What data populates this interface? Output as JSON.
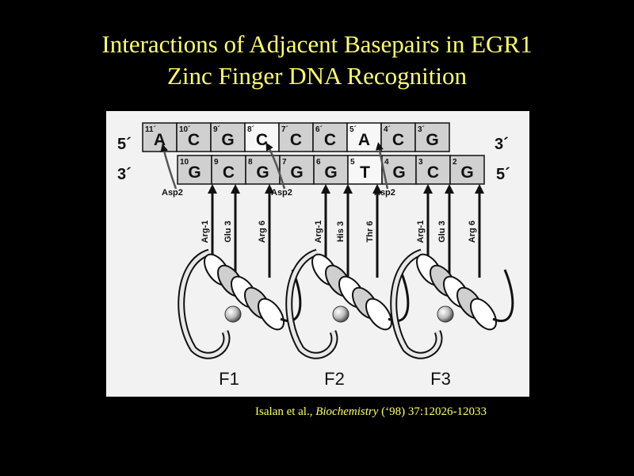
{
  "title": {
    "line1": "Interactions of Adjacent Basepairs in EGR1",
    "line2": "Zinc Finger DNA Recognition"
  },
  "diagram": {
    "top_strand": {
      "end_left": "5´",
      "end_right": "3´",
      "cells": [
        {
          "base": "A",
          "index": "11´",
          "shaded": true
        },
        {
          "base": "C",
          "index": "10´",
          "shaded": true
        },
        {
          "base": "G",
          "index": "9´",
          "shaded": true
        },
        {
          "base": "C",
          "index": "8´",
          "shaded": false
        },
        {
          "base": "C",
          "index": "7´",
          "shaded": true
        },
        {
          "base": "C",
          "index": "6´",
          "shaded": true
        },
        {
          "base": "A",
          "index": "5´",
          "shaded": false
        },
        {
          "base": "C",
          "index": "4´",
          "shaded": true
        },
        {
          "base": "G",
          "index": "3´",
          "shaded": true
        }
      ]
    },
    "bottom_strand": {
      "end_left": "3´",
      "end_right": "5´",
      "cells": [
        {
          "base": "G",
          "index": "10",
          "shaded": true
        },
        {
          "base": "C",
          "index": "9",
          "shaded": true
        },
        {
          "base": "G",
          "index": "8",
          "shaded": true
        },
        {
          "base": "G",
          "index": "7",
          "shaded": true
        },
        {
          "base": "G",
          "index": "6",
          "shaded": true
        },
        {
          "base": "T",
          "index": "5",
          "shaded": false
        },
        {
          "base": "G",
          "index": "4",
          "shaded": true
        },
        {
          "base": "C",
          "index": "3",
          "shaded": true
        },
        {
          "base": "G",
          "index": "2",
          "shaded": true
        }
      ]
    },
    "residues": [
      {
        "label": "Asp2",
        "kind": "horizontal"
      },
      {
        "label": "Arg-1",
        "kind": "vertical"
      },
      {
        "label": "Glu 3",
        "kind": "vertical"
      },
      {
        "label": "Arg 6",
        "kind": "vertical"
      },
      {
        "label": "Asp2",
        "kind": "horizontal"
      },
      {
        "label": "Arg-1",
        "kind": "vertical"
      },
      {
        "label": "His 3",
        "kind": "vertical"
      },
      {
        "label": "Thr 6",
        "kind": "vertical"
      },
      {
        "label": "Asp2",
        "kind": "horizontal"
      },
      {
        "label": "Arg-1",
        "kind": "vertical"
      },
      {
        "label": "Glu 3",
        "kind": "vertical"
      },
      {
        "label": "Arg 6",
        "kind": "vertical"
      }
    ],
    "fingers": [
      "F1",
      "F2",
      "F3"
    ],
    "colors": {
      "shaded_cell": "#d0d0d0",
      "plain_cell": "#f7f7f7",
      "outline": "#111111"
    }
  },
  "citation": {
    "authors": "Isalan et al., ",
    "journal": "Biochemistry",
    "details": " (‘98) 37:12026-12033"
  }
}
